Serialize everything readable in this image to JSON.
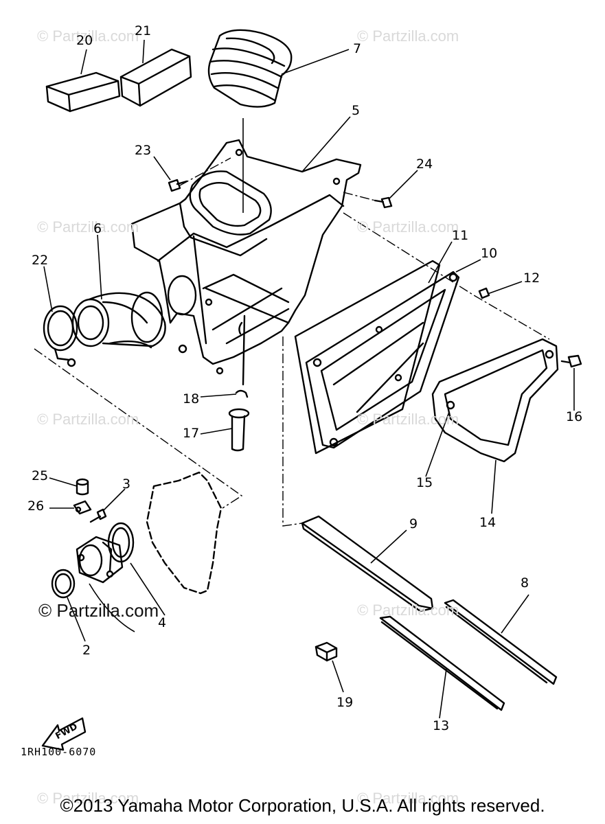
{
  "watermarks": {
    "light": "© Partzilla.com",
    "dark": "© Partzilla.com"
  },
  "callouts": [
    "20",
    "21",
    "7",
    "5",
    "23",
    "24",
    "6",
    "22",
    "11",
    "10",
    "12",
    "18",
    "17",
    "16",
    "15",
    "14",
    "25",
    "3",
    "26",
    "9",
    "4",
    "2",
    "8",
    "19",
    "13"
  ],
  "fwd_label": "FWD",
  "diagram_code": "1RH100-6070",
  "copyright": "©2013 Yamaha Motor Corporation, U.S.A. All rights reserved.",
  "colors": {
    "ink": "#000000",
    "watermark": "#d9d9d9",
    "background": "#ffffff"
  }
}
